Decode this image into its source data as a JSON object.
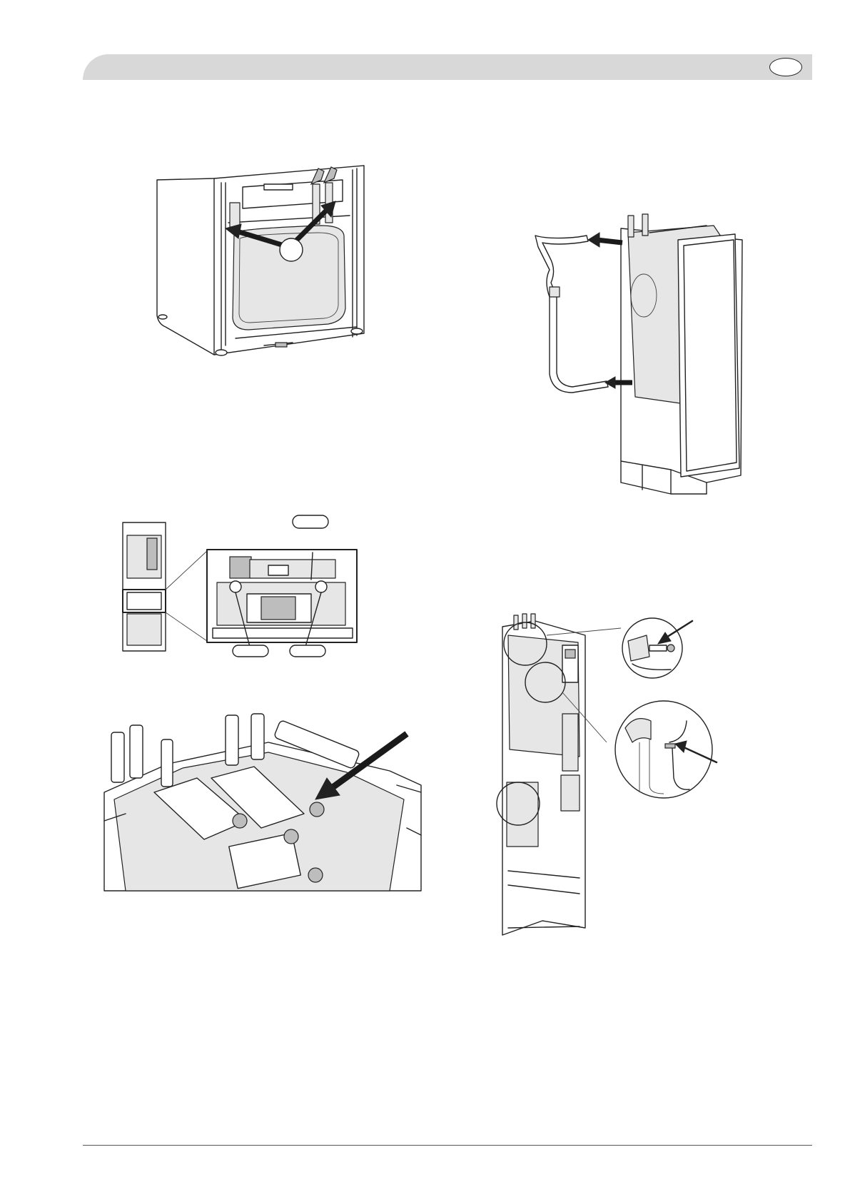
{
  "header": {
    "accent": "#d8d8d8",
    "language_badge_text": ""
  },
  "figures": [
    {
      "id": "fig-1",
      "icon": "heat-pump-lower-cabinet-drawing"
    },
    {
      "id": "fig-2",
      "icon": "pipe-removal-frame-drawing"
    },
    {
      "id": "fig-3",
      "icon": "cabinet-section-detail-drawing"
    },
    {
      "id": "fig-4",
      "icon": "pipe-connections-top-view-drawing"
    },
    {
      "id": "fig-5",
      "icon": "sensor-cable-detail-drawing"
    }
  ]
}
